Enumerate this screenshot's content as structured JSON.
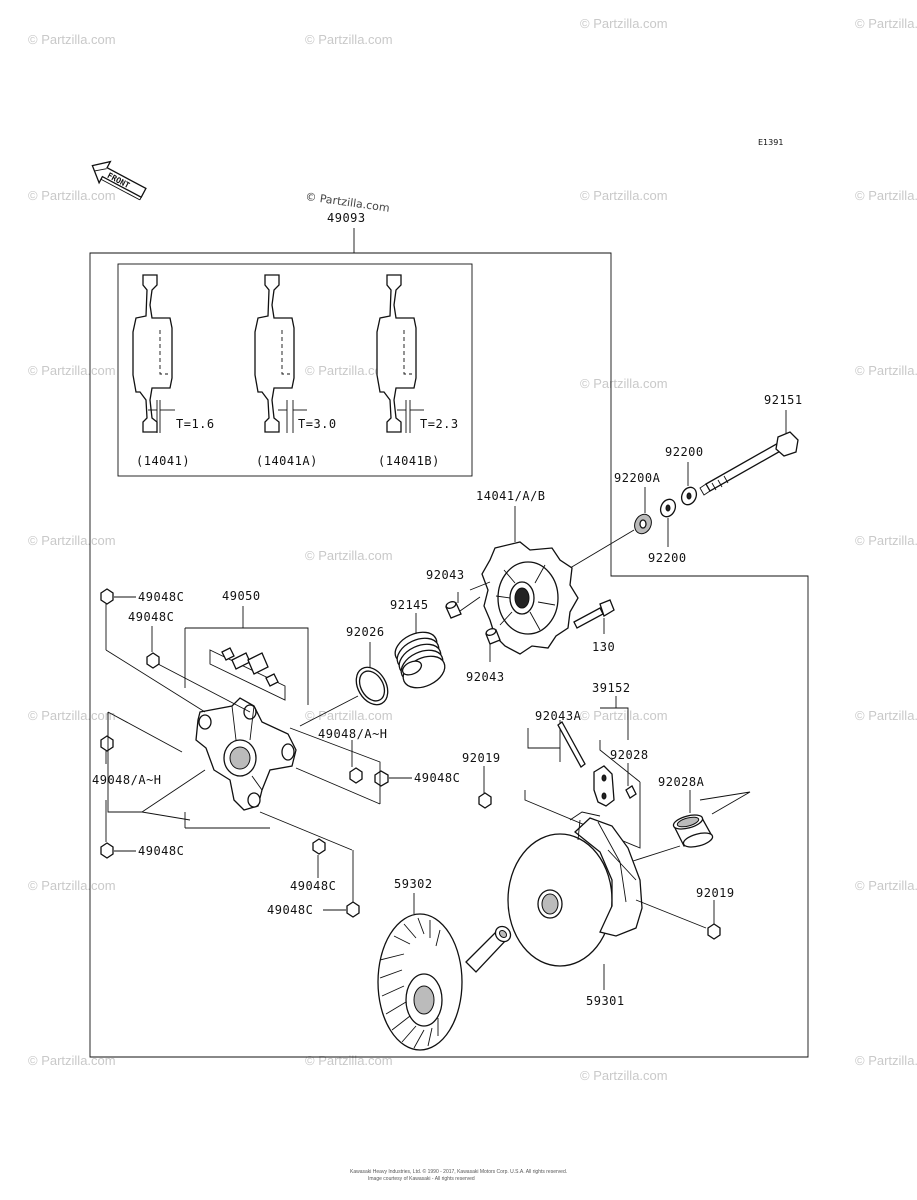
{
  "diagram_code": "E1391",
  "front_label": "FRONT",
  "watermark": "© Partzilla.com",
  "footer": "Kawasaki Heavy Industries, Ltd. © 1990 - 2017, Kawasaki Motors Corp. U.S.A. All rights reserved.",
  "footer2": "Image courtesy of Kawasaki - All rights reserved",
  "insert": {
    "items": [
      {
        "thickness": "T=1.6",
        "code": "(14041)"
      },
      {
        "thickness": "T=3.0",
        "code": "(14041A)"
      },
      {
        "thickness": "T=2.3",
        "code": "(14041B)"
      }
    ]
  },
  "labels": {
    "assembly": "49093",
    "l92151": "92151",
    "l92200_top": "92200",
    "l92200A": "92200A",
    "l92200_bottom": "92200",
    "l14041AB": "14041/A/B",
    "l92043_top": "92043",
    "l92145": "92145",
    "l92026": "92026",
    "l92043_bottom": "92043",
    "l130": "130",
    "l49048C_1": "49048C",
    "l49050": "49050",
    "l49048C_2": "49048C",
    "l49048AH_right": "49048/A~H",
    "l49048C_3": "49048C",
    "l49048AH_left": "49048/A~H",
    "l49048C_4": "49048C",
    "l49048C_5": "49048C",
    "l49048C_6": "49048C",
    "l39152": "39152",
    "l92043A": "92043A",
    "l92019_top": "92019",
    "l92028": "92028",
    "l92028A": "92028A",
    "l92019_bottom": "92019",
    "l59302": "59302",
    "l59301": "59301"
  }
}
